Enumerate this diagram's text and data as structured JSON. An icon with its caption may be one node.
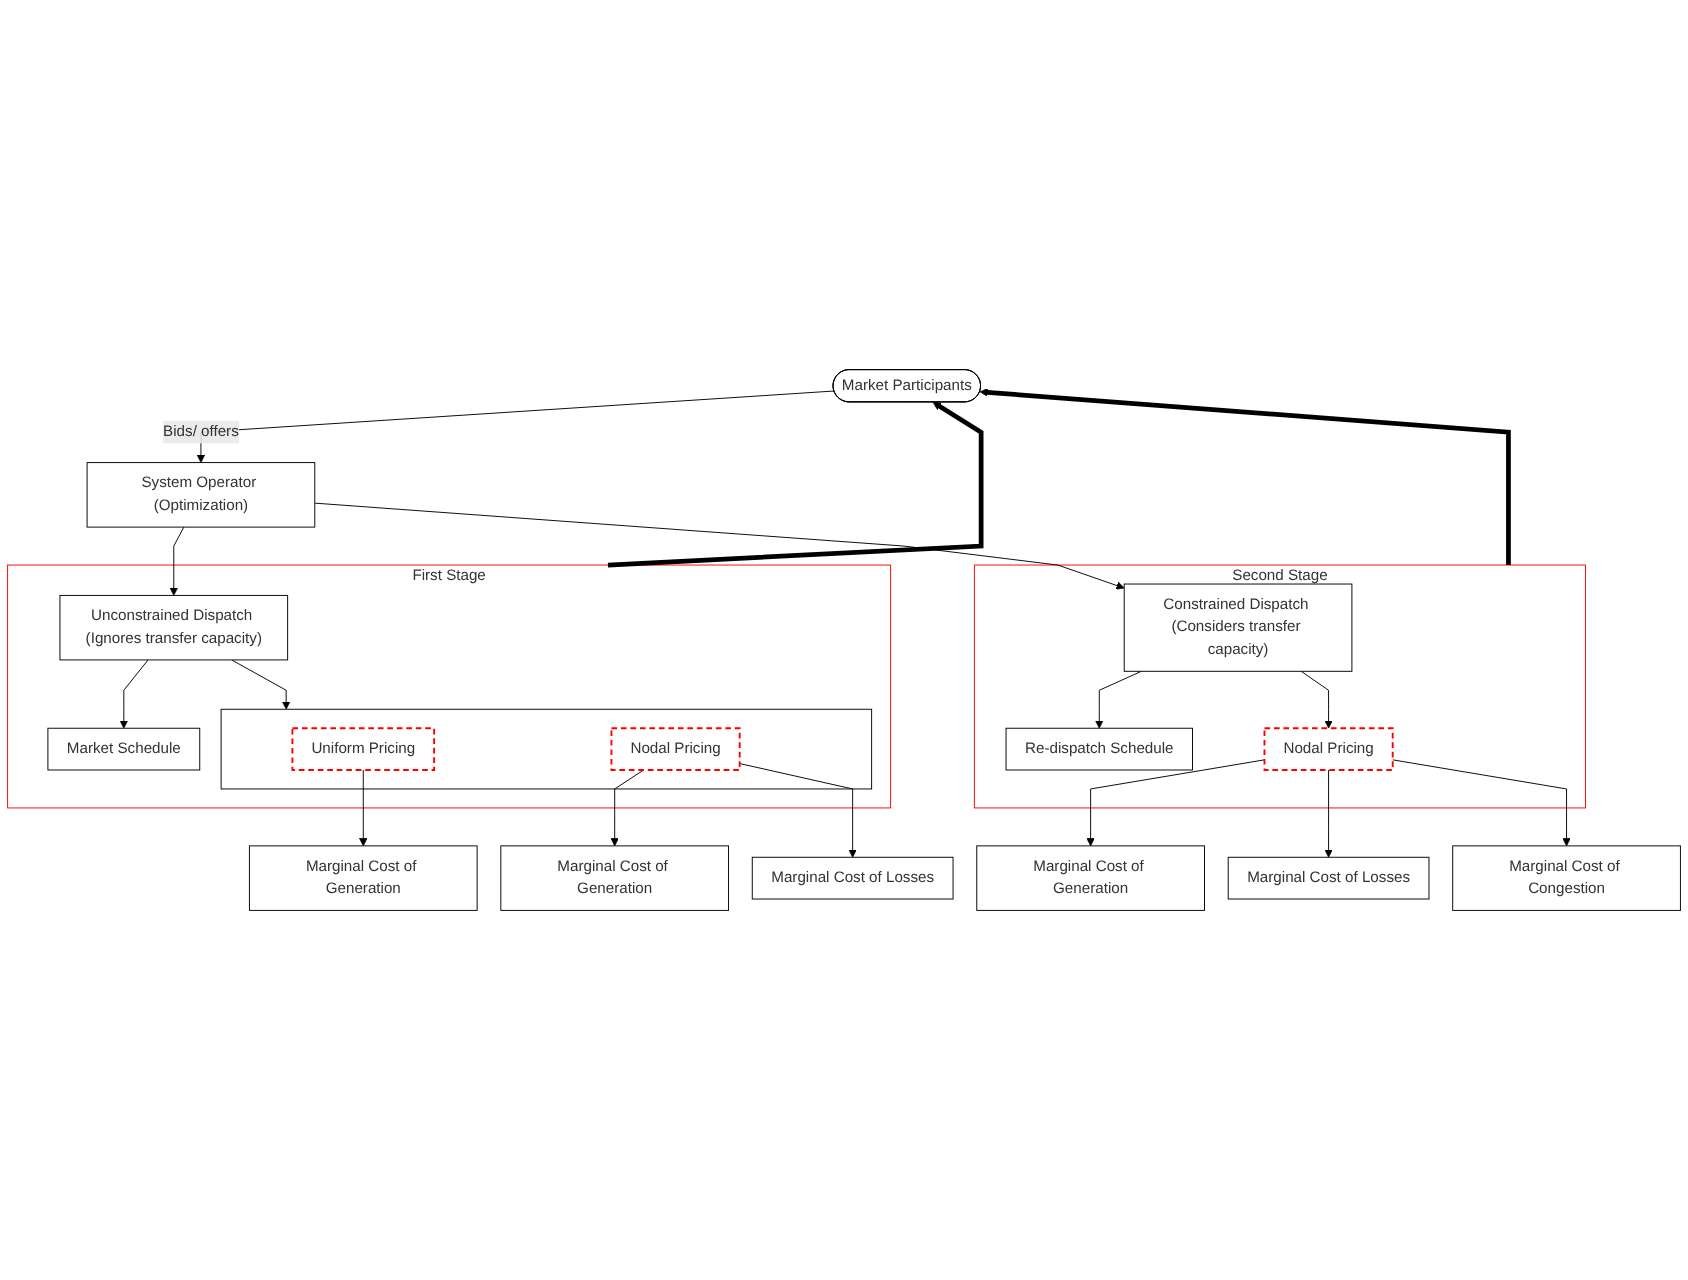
{
  "diagram": {
    "nodes": [
      {
        "text": [
          "Market Participants"
        ]
      },
      {
        "text": [
          "System Operator (Optimization)"
        ]
      },
      {
        "text": [
          "First Stage"
        ]
      },
      {
        "text": [
          "Unconstrained Dispatch (Ignores transfer capacity)"
        ],
        "in": 2
      },
      {
        "text": [],
        "shape": "box",
        "in": 2
      },
      {
        "text": [
          "Uniform Pricing"
        ],
        "in": 4
      },
      {
        "text": [
          "Nodal Pricing"
        ],
        "in": 4
      },
      {
        "text": [
          "Market Schedule"
        ],
        "in": 2
      },
      {
        "text": [
          "Second Stage"
        ]
      },
      {
        "text": [
          "Constrained Dispatch (Considers transfer capacity)"
        ],
        "in": 8
      },
      {
        "text": [
          "Re-dispatch Schedule"
        ],
        "in": 8
      },
      {
        "text": [
          "Nodal Pricing"
        ],
        "in": 8
      },
      {
        "text": [
          "Marginal Cost of Generation"
        ]
      },
      {
        "text": [
          "Marginal Cost of Generation"
        ]
      },
      {
        "text": [
          "Marginal Cost of Losses"
        ]
      },
      {
        "text": [
          "Marginal Cost of Generation"
        ]
      },
      {
        "text": [
          "Marginal Cost of Losses"
        ]
      },
      {
        "text": [
          "Marginal Cost of Congestion"
        ]
      }
    ],
    "edges": [
      {
        "from": 0,
        "to": 1,
        "arrow": "to",
        "label": "Bids/ offers"
      },
      {
        "from": 1,
        "to": 3,
        "arrow": "to"
      },
      {
        "from": 1,
        "to": 9,
        "arrow": "to"
      },
      {
        "from": 2,
        "to": 0,
        "arrow": "to",
        "style": "thick"
      },
      {
        "from": 8,
        "to": 0,
        "arrow": "to",
        "style": "thick"
      },
      {
        "from": 3,
        "to": 4,
        "arrow": "to"
      },
      {
        "from": 3,
        "to": 7,
        "arrow": "to"
      },
      {
        "from": 9,
        "to": 10,
        "arrow": "to"
      },
      {
        "from": 9,
        "to": 11,
        "arrow": "to"
      },
      {
        "from": 5,
        "to": 12,
        "arrow": "to"
      },
      {
        "from": 6,
        "to": 13,
        "arrow": "to"
      },
      {
        "from": 6,
        "to": 14,
        "arrow": "to"
      },
      {
        "from": 11,
        "to": 15,
        "arrow": "to"
      },
      {
        "from": 11,
        "to": 16,
        "arrow": "to"
      },
      {
        "from": 11,
        "to": 17,
        "arrow": "to"
      }
    ]
  }
}
